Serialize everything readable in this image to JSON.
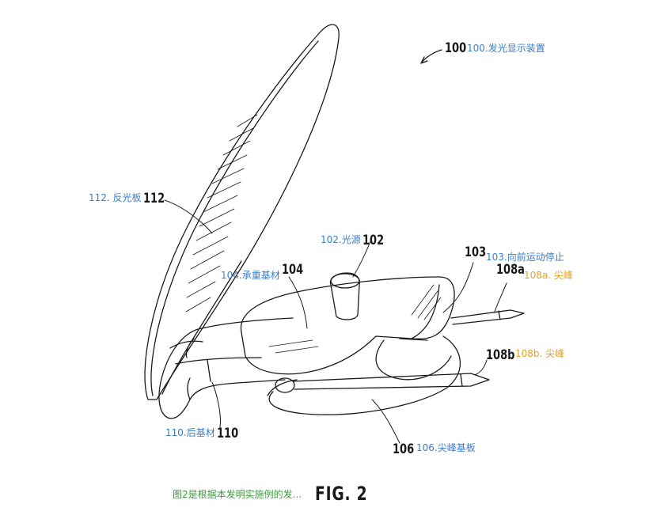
{
  "ref_numerals": {
    "n100": "100",
    "n112": "112",
    "n102": "102",
    "n104": "104",
    "n103": "103",
    "n108a": "108a",
    "n108b": "108b",
    "n110": "110",
    "n106": "106"
  },
  "annotations": {
    "a100": "100.发光显示装置",
    "a112": "112. 反光板",
    "a102": "102.光源",
    "a104": "104.承重基材",
    "a103": "103.向前运动停止",
    "a108a": "108a. 尖峰",
    "a108b": "108b. 尖峰",
    "a110": "110.后基材",
    "a106": "106.尖峰基板"
  },
  "caption": {
    "description": "图2是根据本发明实施例的发...",
    "figure_label": "FIG. 2"
  },
  "colors": {
    "annotation_blue": "#3a7ec9",
    "annotation_orange": "#e6a020",
    "caption_green": "#3f9a3f",
    "line_art": "#1a1a1a"
  }
}
